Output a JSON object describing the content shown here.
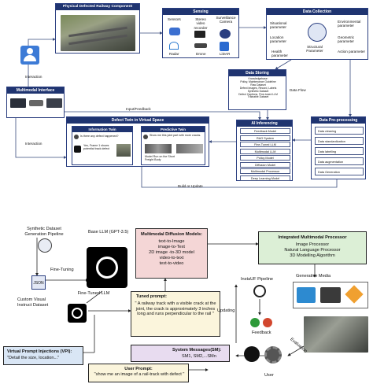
{
  "top": {
    "physical": {
      "title": "Physical Defected Railway Component"
    },
    "sensing": {
      "title": "Sensing",
      "sensors": "Sensors",
      "stereo": "Stereo video recorder",
      "surveillance": "Surveillance Camera",
      "radar": "Radar",
      "drone": "Drone",
      "lidar": "LiDAR"
    },
    "collection": {
      "title": "Data Collection",
      "situational": "Situational parameter",
      "environmental": "Environmental parameter",
      "location": "Location parameter",
      "geometric": "Geometric parameter",
      "health": "Health parameter",
      "structural": "Structural Parameter",
      "action": "Action parameter"
    },
    "storing": {
      "title": "Data Storing",
      "rows": [
        "Knowledgebase:",
        "Policy, Maintenance Guideline",
        "Raw Dataset",
        "Defect Images, Record, Labels",
        "Synthetic Dataset",
        "Defect Captions, Fine-tuned LLM",
        "Trainable Dataset"
      ]
    },
    "preprocessing": {
      "title": "Data Pre-processing",
      "items": [
        "Data cleaning",
        "Data standardization",
        "Data labelling",
        "Data augmentation",
        "Data Generation"
      ]
    },
    "inferencing": {
      "title": "AI Inferencing",
      "items": [
        "Feedback Model",
        "RAG System",
        "Fine-Tuned LLM",
        "Multimodal LLM",
        "Policy Model",
        "Diffusion Model",
        "Multimodal Processor",
        "Deep Learning Model"
      ]
    },
    "multimodal_interface": {
      "title": "Multimodal Interface"
    },
    "defect_twin": {
      "title": "Defect Twin in Virtual Space",
      "info_title": "Information Twin",
      "info_q": "Is there any defect happened?",
      "info_a": "Yes, Frame 1 shows potential track defect",
      "pred_title": "Predictive Twin",
      "pred_q": "Show me this joint part with more cracks.",
      "pred_a": "Model Run on the Short Freight Body"
    },
    "labels": {
      "interaction1": "Interaction",
      "interaction2": "Interaction",
      "input_feedback": "Input/Feedback",
      "data_flow": "Data Flow",
      "build": "Build or Update"
    }
  },
  "bottom": {
    "synthetic": "Synthetic Dataset Generation Pipeline",
    "base_llm": "Base LLM (GPT-3.5)",
    "fine_tuning": "Fine-Tuning",
    "json": "JSON",
    "custom": "Custom Visual Instruct Dataset",
    "finetuned": "Fine-Tuned LLM",
    "diffusion": {
      "title": "Multimodal Diffusion Models:",
      "lines": [
        "text-to-Image",
        "image-to-Text",
        "2D image -to-3D model",
        "video-to-text",
        "text-to-video"
      ]
    },
    "processor": {
      "title": "Integrated Multimodal Processor",
      "lines": [
        "Image Processor",
        "Natural Language Processor",
        "3D Modelling Algorithm"
      ]
    },
    "generative": "Generative Media",
    "tuned": {
      "title": "Tuned prompt:",
      "text": "\" A railway track with a visible crack at the joint, the crack is approximately 3 inches long and runs perpendicular to the rail \""
    },
    "instaUF": "InstaUF Pipeline",
    "updating": "Updating",
    "feedback": "Feedback",
    "evaluation": "Evaluation",
    "user": "User",
    "vpi": {
      "title": "Virtual Prompt Injections (VPI):",
      "text": "\"Detail the size, location...\""
    },
    "system": {
      "title": "System Messages(SM):",
      "text": "SM1, SM2,...SMn"
    },
    "user_prompt": {
      "title": "User Prompt:",
      "text": "\"show me an image of a rail-track with defect \""
    }
  }
}
